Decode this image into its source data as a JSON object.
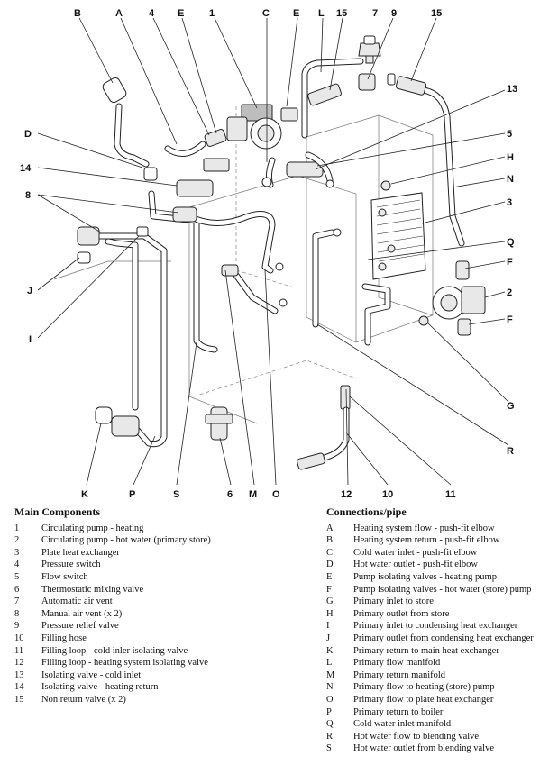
{
  "callouts": {
    "top": [
      "B",
      "A",
      "4",
      "E",
      "1",
      "C",
      "E",
      "L",
      "15",
      "7",
      "9",
      "15"
    ],
    "left": [
      "D",
      "14",
      "8",
      "J",
      "I"
    ],
    "right": [
      "13",
      "5",
      "H",
      "N",
      "3",
      "Q",
      "F",
      "2",
      "F",
      "G",
      "R"
    ],
    "bottom": [
      "K",
      "P",
      "S",
      "6",
      "M",
      "O",
      "12",
      "10",
      "11"
    ]
  },
  "main_components": {
    "heading": "Main Components",
    "items": [
      {
        "key": "1",
        "label": "Circulating pump - heating"
      },
      {
        "key": "2",
        "label": "Circulating pump - hot water (primary store)"
      },
      {
        "key": "3",
        "label": "Plate heat exchanger"
      },
      {
        "key": "4",
        "label": "Pressure switch"
      },
      {
        "key": "5",
        "label": "Flow switch"
      },
      {
        "key": "6",
        "label": "Thermostatic mixing valve"
      },
      {
        "key": "7",
        "label": "Automatic air vent"
      },
      {
        "key": "8",
        "label": "Manual air vent (x 2)"
      },
      {
        "key": "9",
        "label": "Pressure relief valve"
      },
      {
        "key": "10",
        "label": "Filling hose"
      },
      {
        "key": "11",
        "label": "Filling loop - cold inler isolating valve"
      },
      {
        "key": "12",
        "label": "Filling loop - heating system isolating valve"
      },
      {
        "key": "13",
        "label": "Isolating valve - cold inlet"
      },
      {
        "key": "14",
        "label": "Isolating valve - heating return"
      },
      {
        "key": "15",
        "label": "Non return valve (x 2)"
      }
    ]
  },
  "connections": {
    "heading": "Connections/pipe",
    "items": [
      {
        "key": "A",
        "label": "Heating system flow - push-fit elbow"
      },
      {
        "key": "B",
        "label": "Heating system return - push-fit elbow"
      },
      {
        "key": "C",
        "label": "Cold water inlet - push-fit elbow"
      },
      {
        "key": "D",
        "label": "Hot water outlet - push-fit elbow"
      },
      {
        "key": "E",
        "label": "Pump isolating valves - heating pump"
      },
      {
        "key": "F",
        "label": "Pump isolating valves - hot water (store) pump"
      },
      {
        "key": "G",
        "label": "Primary inlet to store"
      },
      {
        "key": "H",
        "label": "Primary outlet from store"
      },
      {
        "key": "I",
        "label": "Primary inlet to condensing heat exchanger"
      },
      {
        "key": "J",
        "label": "Primary outlet from condensing heat exchanger"
      },
      {
        "key": "K",
        "label": "Primary return to main heat exchanger"
      },
      {
        "key": "L",
        "label": "Primary flow manifold"
      },
      {
        "key": "M",
        "label": "Primary return manifold"
      },
      {
        "key": "N",
        "label": "Primary flow to heating (store) pump"
      },
      {
        "key": "O",
        "label": "Primary flow to plate heat exchanger"
      },
      {
        "key": "P",
        "label": "Primary return to boiler"
      },
      {
        "key": "Q",
        "label": "Cold water inlet manifold"
      },
      {
        "key": "R",
        "label": "Hot water flow to blending valve"
      },
      {
        "key": "S",
        "label": "Hot water outlet from blending valve"
      }
    ]
  }
}
